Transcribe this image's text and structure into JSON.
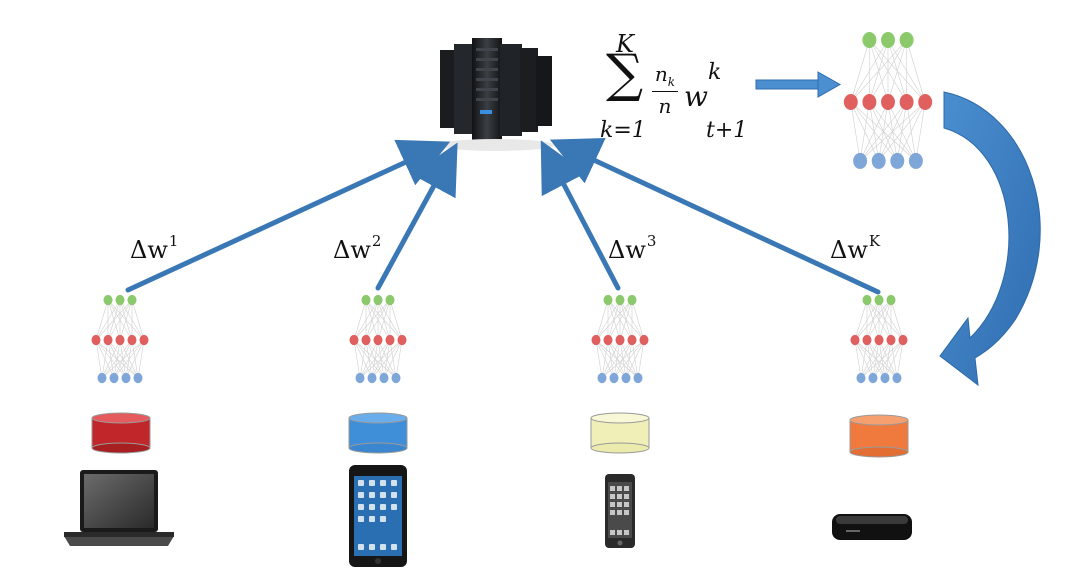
{
  "formula": {
    "sum_upper": "K",
    "sum_lower": "k=1",
    "numerator": "n",
    "numerator_sub": "k",
    "denominator": "n",
    "weight": "w",
    "weight_sup": "k",
    "weight_sub": "t+1"
  },
  "updates": [
    {
      "base": "Δw",
      "sup": "1"
    },
    {
      "base": "Δw",
      "sup": "2"
    },
    {
      "base": "Δw",
      "sup": "3"
    },
    {
      "base": "Δw",
      "sup": "K"
    }
  ],
  "colors": {
    "arrow": "#3a78b5",
    "output_node": "#8cc96d",
    "hidden_node": "#e06060",
    "input_node": "#7fa6d9",
    "db_client1": "#c0262a",
    "db_client2": "#3f8fd8",
    "db_client3": "#f0efb8",
    "db_clientK": "#f07a3e"
  },
  "devices": [
    "laptop-icon",
    "tablet-icon",
    "smartphone-icon",
    "set-top-box-icon"
  ],
  "server": "server-rack-icon"
}
